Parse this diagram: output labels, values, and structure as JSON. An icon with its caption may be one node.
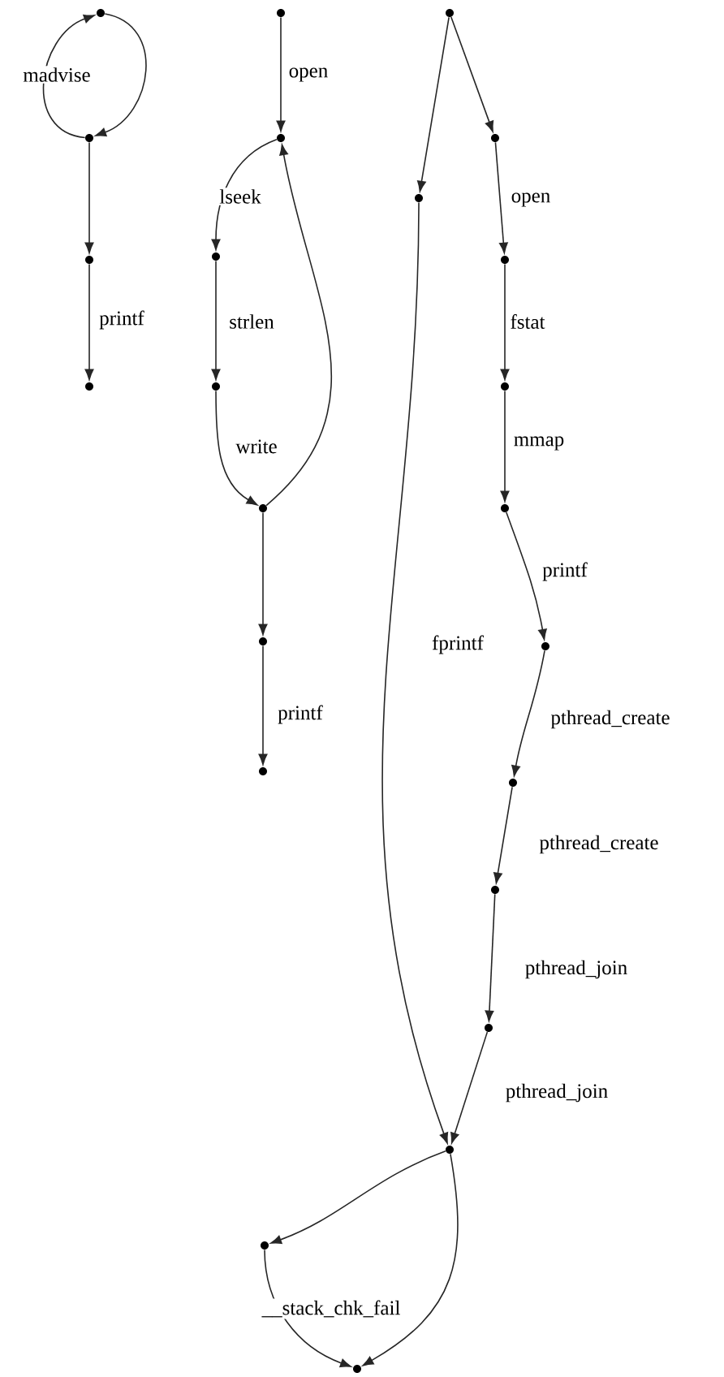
{
  "diagram": {
    "nodes": [
      {
        "text": [],
        "shape": "circle"
      },
      {
        "text": [],
        "shape": "circle"
      },
      {
        "text": [],
        "shape": "circle"
      },
      {
        "text": [],
        "shape": "circle"
      },
      {
        "text": [],
        "shape": "circle"
      },
      {
        "text": [],
        "shape": "circle"
      },
      {
        "text": [],
        "shape": "circle"
      },
      {
        "text": [],
        "shape": "circle"
      },
      {
        "text": [],
        "shape": "circle"
      },
      {
        "text": [],
        "shape": "circle"
      },
      {
        "text": [],
        "shape": "circle"
      },
      {
        "text": [],
        "shape": "circle"
      },
      {
        "text": [],
        "shape": "circle"
      },
      {
        "text": [],
        "shape": "circle"
      },
      {
        "text": [],
        "shape": "circle"
      },
      {
        "text": [],
        "shape": "circle"
      },
      {
        "text": [],
        "shape": "circle"
      },
      {
        "text": [],
        "shape": "circle"
      },
      {
        "text": [],
        "shape": "circle"
      },
      {
        "text": [],
        "shape": "circle"
      },
      {
        "text": [],
        "shape": "circle"
      },
      {
        "text": [],
        "shape": "circle"
      },
      {
        "text": [],
        "shape": "circle"
      },
      {
        "text": [],
        "shape": "circle"
      }
    ],
    "edges": [
      {
        "from": 1,
        "to": 0,
        "arrow": "to",
        "label": "madvise"
      },
      {
        "from": 0,
        "to": 1,
        "arrow": "to"
      },
      {
        "from": 1,
        "to": 2,
        "arrow": "to"
      },
      {
        "from": 2,
        "to": 3,
        "arrow": "to",
        "label": "printf"
      },
      {
        "from": 4,
        "to": 5,
        "arrow": "to",
        "label": "open"
      },
      {
        "from": 5,
        "to": 6,
        "arrow": "to",
        "label": "lseek"
      },
      {
        "from": 6,
        "to": 7,
        "arrow": "to",
        "label": "strlen"
      },
      {
        "from": 7,
        "to": 8,
        "arrow": "to",
        "label": "write"
      },
      {
        "from": 8,
        "to": 5,
        "arrow": "to"
      },
      {
        "from": 8,
        "to": 9,
        "arrow": "to"
      },
      {
        "from": 9,
        "to": 10,
        "arrow": "to",
        "label": "printf"
      },
      {
        "from": 11,
        "to": 12,
        "arrow": "to"
      },
      {
        "from": 11,
        "to": 13,
        "arrow": "to"
      },
      {
        "from": 12,
        "to": 14,
        "arrow": "to",
        "label": "open"
      },
      {
        "from": 14,
        "to": 15,
        "arrow": "to",
        "label": "fstat"
      },
      {
        "from": 15,
        "to": 16,
        "arrow": "to",
        "label": "mmap"
      },
      {
        "from": 16,
        "to": 17,
        "arrow": "to",
        "label": "printf"
      },
      {
        "from": 17,
        "to": 18,
        "arrow": "to",
        "label": "pthread_create"
      },
      {
        "from": 18,
        "to": 19,
        "arrow": "to",
        "label": "pthread_create"
      },
      {
        "from": 19,
        "to": 20,
        "arrow": "to",
        "label": "pthread_join"
      },
      {
        "from": 20,
        "to": 21,
        "arrow": "to",
        "label": "pthread_join"
      },
      {
        "from": 13,
        "to": 21,
        "arrow": "to",
        "label": "fprintf"
      },
      {
        "from": 21,
        "to": 22,
        "arrow": "to"
      },
      {
        "from": 21,
        "to": 23,
        "arrow": "to"
      },
      {
        "from": 22,
        "to": 23,
        "arrow": "to",
        "label": "__stack_chk_fail"
      }
    ]
  }
}
